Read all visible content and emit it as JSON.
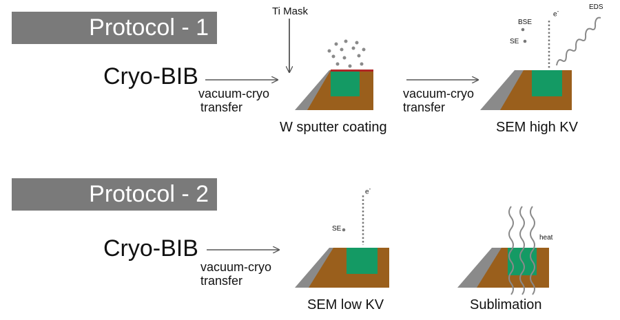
{
  "colors": {
    "banner": "#7a7a7a",
    "substrate": "#9a5f1c",
    "slope": "#8a8a8a",
    "sample": "#149a64",
    "mask": "#b02525",
    "arrow": "#555555"
  },
  "protocol1": {
    "banner": "Protocol - 1",
    "source": "Cryo-BIB",
    "transfer_1": [
      "vacuum-cryo",
      "transfer"
    ],
    "transfer_2": [
      "vacuum-cryo",
      "transfer"
    ],
    "mask_label": "Ti Mask",
    "step1_label": "W sputter coating",
    "step2_label": "SEM high KV",
    "bse_label": "BSE",
    "se_label": "SE",
    "electron_label": "e",
    "electron_sup": "-",
    "eds_label": "EDS"
  },
  "protocol2": {
    "banner": "Protocol - 2",
    "source": "Cryo-BIB",
    "transfer": [
      "vacuum-cryo",
      "transfer"
    ],
    "se_label": "SE",
    "electron_label": "e",
    "electron_sup": "-",
    "step1_label": "SEM low KV",
    "step2_label": "Sublimation",
    "heat_label": "heat"
  }
}
